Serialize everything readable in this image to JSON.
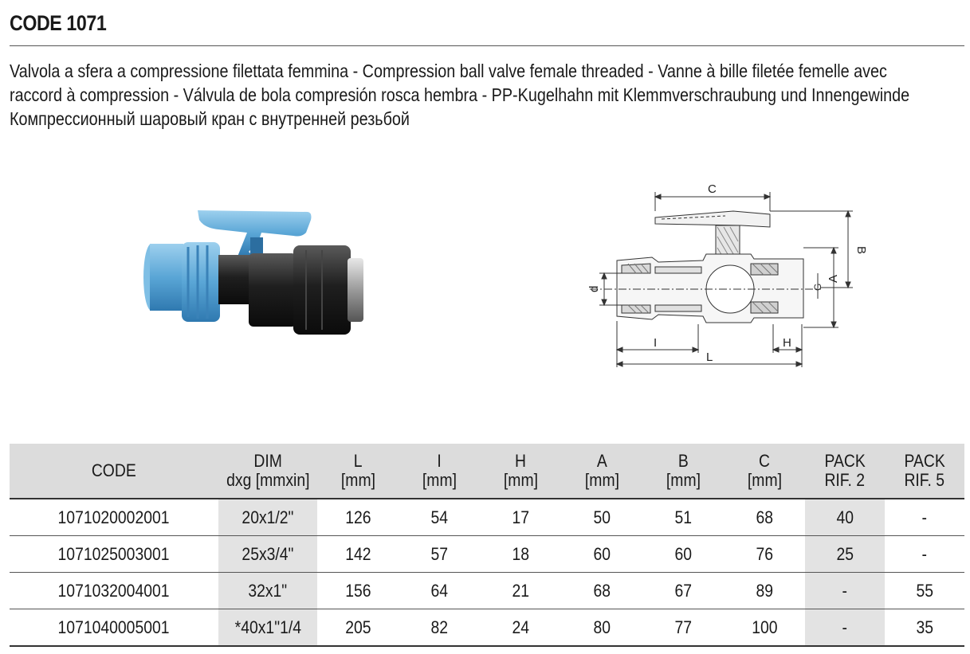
{
  "header": {
    "code_title": "CODE 1071",
    "description_lines": [
      "Valvola a sfera a compressione filettata femmina - Compression ball valve female threaded - Vanne à bille filetée femelle avec",
      "raccord à compression - Válvula de bola compresión rosca hembra - PP-Kugelhahn mit Klemmverschraubung und Innengewinde",
      "Компрессионный шаровый кран с внутренней резьбой"
    ]
  },
  "drawing": {
    "dimension_labels": {
      "C": "C",
      "B": "B",
      "A": "A",
      "d": "d",
      "G": "G",
      "I": "I",
      "H": "H",
      "L": "L"
    }
  },
  "table": {
    "columns": [
      {
        "line1": "CODE",
        "line2": ""
      },
      {
        "line1": "DIM",
        "line2": "dxg [mmxin]"
      },
      {
        "line1": "L",
        "line2": "[mm]"
      },
      {
        "line1": "I",
        "line2": "[mm]"
      },
      {
        "line1": "H",
        "line2": "[mm]"
      },
      {
        "line1": "A",
        "line2": "[mm]"
      },
      {
        "line1": "B",
        "line2": "[mm]"
      },
      {
        "line1": "C",
        "line2": "[mm]"
      },
      {
        "line1": "PACK",
        "line2": "RIF. 2"
      },
      {
        "line1": "PACK",
        "line2": "RIF. 5"
      }
    ],
    "rows": [
      [
        "1071020002001",
        "20x1/2\"",
        "126",
        "54",
        "17",
        "50",
        "51",
        "68",
        "40",
        "-"
      ],
      [
        "1071025003001",
        "25x3/4\"",
        "142",
        "57",
        "18",
        "60",
        "60",
        "76",
        "25",
        "-"
      ],
      [
        "1071032004001",
        "32x1\"",
        "156",
        "64",
        "21",
        "68",
        "67",
        "89",
        "-",
        "55"
      ],
      [
        "1071040005001",
        "*40x1\"1/4",
        "205",
        "82",
        "24",
        "80",
        "77",
        "100",
        "-",
        "35"
      ]
    ]
  },
  "colors": {
    "valve_blue": "#6fb4dc",
    "valve_body": "#2b2b2b",
    "header_bg": "#dcdcdc",
    "shade": "#e3e3e3"
  }
}
